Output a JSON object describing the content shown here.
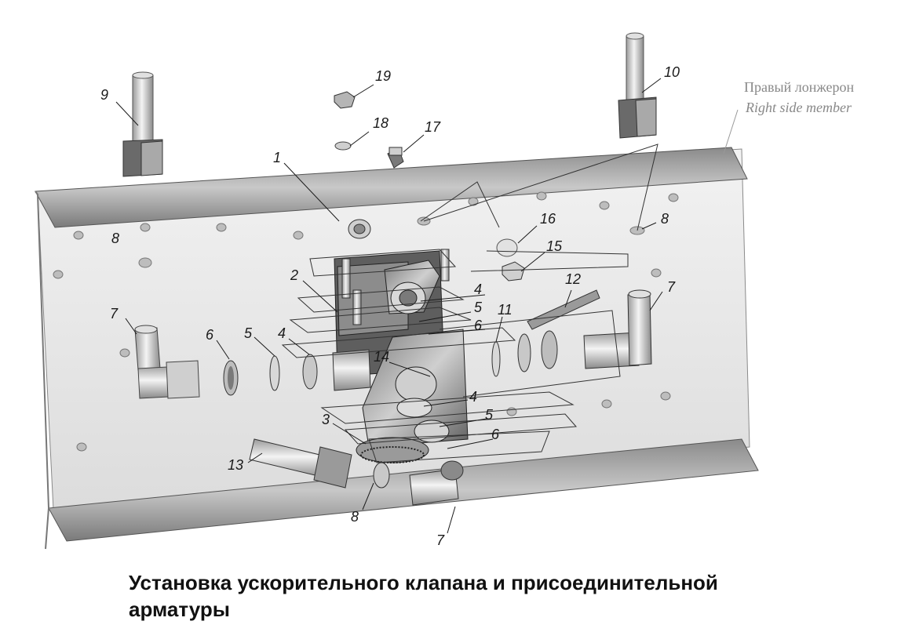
{
  "caption": "Установка ускорительного клапана и присоединительной арматуры",
  "member_label_ru": "Правый лонжерон",
  "member_label_en": "Right side member",
  "callouts": [
    "9",
    "19",
    "10",
    "18",
    "17",
    "1",
    "8",
    "16",
    "15",
    "2",
    "4",
    "5",
    "6",
    "12",
    "7",
    "7",
    "6",
    "5",
    "4",
    "11",
    "14",
    "4",
    "3",
    "5",
    "6",
    "13",
    "8",
    "7",
    "8"
  ],
  "colors": {
    "line": "#1a1a1a",
    "metal_light": "#e8e8e8",
    "metal_mid": "#b5b5b5",
    "metal_dark": "#6f6f6f",
    "label_gray": "#888888"
  }
}
